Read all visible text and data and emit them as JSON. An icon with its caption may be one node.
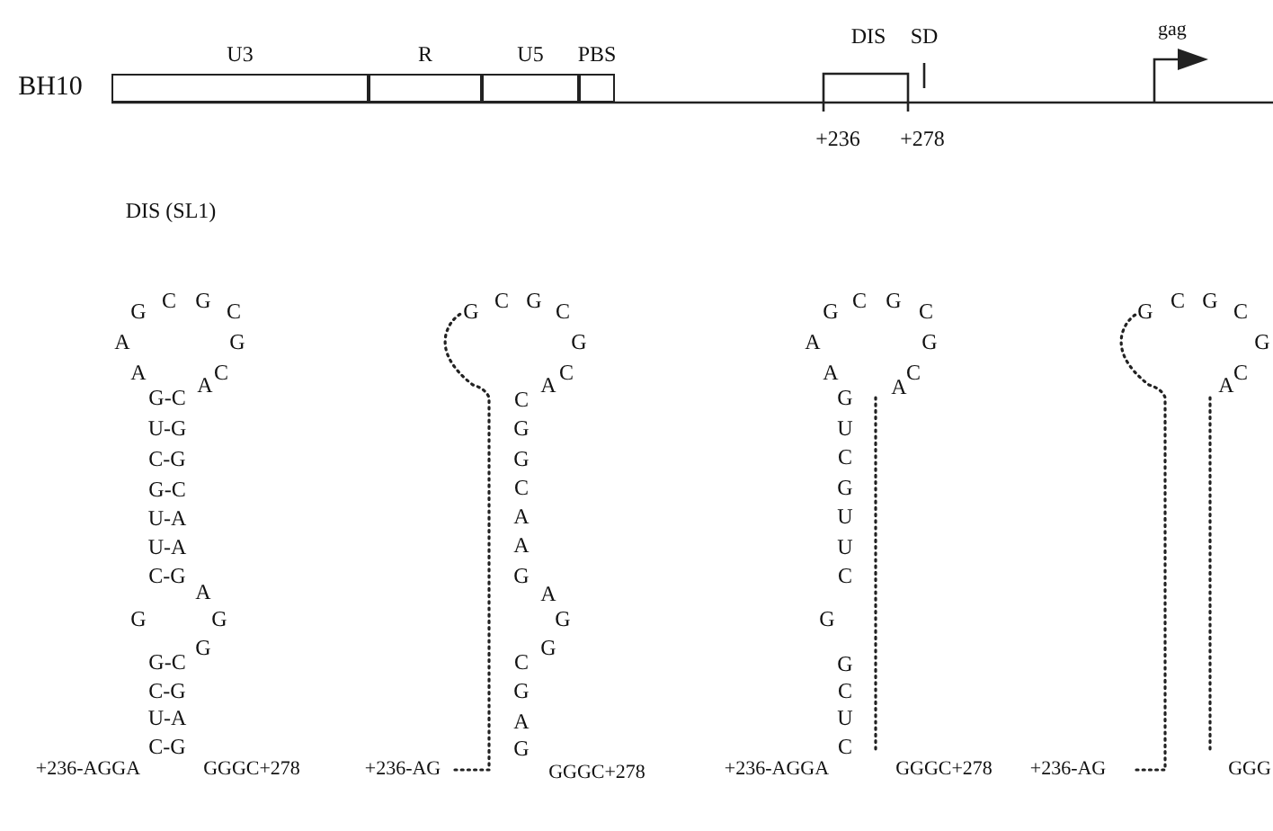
{
  "diagram": {
    "nodes": [
      {
        "text": [
          "U3"
        ]
      },
      {
        "text": [
          "R"
        ]
      },
      {
        "text": [
          "U5"
        ]
      },
      {
        "text": [
          "PBS"
        ]
      }
    ],
    "labels": [
      "BH10",
      "DIS",
      "SD",
      "gag",
      "+236",
      "+278",
      "DIS (SL1)",
      "G",
      "C",
      "G",
      "C",
      "A",
      "G",
      "A",
      "A",
      "C",
      "G-C",
      "U-G",
      "C-G",
      "G-C",
      "U-A",
      "U-A",
      "C-G",
      "A",
      "G",
      "G",
      "G",
      "G-C",
      "C-G",
      "U-A",
      "C-G",
      "+236-AGGA",
      "GGGC+278",
      "G",
      "C",
      "G",
      "C",
      "G",
      "A",
      "C",
      "C",
      "G",
      "G",
      "C",
      "A",
      "A",
      "G",
      "A",
      "G",
      "G",
      "C",
      "G",
      "A",
      "G",
      "+236-AG",
      "GGGC+278",
      "G",
      "C",
      "G",
      "C",
      "A",
      "G",
      "A",
      "A",
      "C",
      "G",
      "U",
      "C",
      "G",
      "U",
      "U",
      "C",
      "G",
      "G",
      "C",
      "U",
      "C",
      "+236-AGGA",
      "GGGC+278",
      "G",
      "C",
      "G",
      "C",
      "G",
      "A",
      "C",
      "+236-AG",
      "GGG"
    ]
  }
}
